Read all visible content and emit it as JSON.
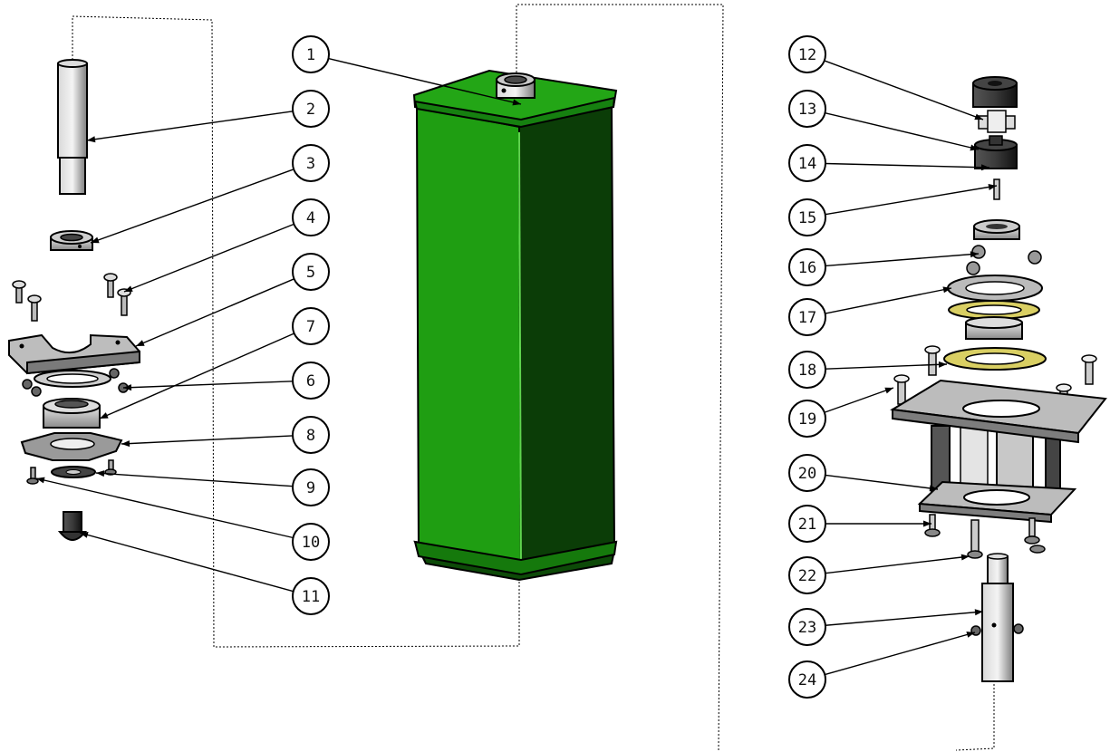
{
  "diagram": {
    "balloons": [
      {
        "id": 1,
        "label": "1"
      },
      {
        "id": 2,
        "label": "2"
      },
      {
        "id": 3,
        "label": "3"
      },
      {
        "id": 4,
        "label": "4"
      },
      {
        "id": 5,
        "label": "5"
      },
      {
        "id": 6,
        "label": "6"
      },
      {
        "id": 7,
        "label": "7"
      },
      {
        "id": 8,
        "label": "8"
      },
      {
        "id": 9,
        "label": "9"
      },
      {
        "id": 10,
        "label": "10"
      },
      {
        "id": 11,
        "label": "11"
      },
      {
        "id": 12,
        "label": "12"
      },
      {
        "id": 13,
        "label": "13"
      },
      {
        "id": 14,
        "label": "14"
      },
      {
        "id": 15,
        "label": "15"
      },
      {
        "id": 16,
        "label": "16"
      },
      {
        "id": 17,
        "label": "17"
      },
      {
        "id": 18,
        "label": "18"
      },
      {
        "id": 19,
        "label": "19"
      },
      {
        "id": 20,
        "label": "20"
      },
      {
        "id": 21,
        "label": "21"
      },
      {
        "id": 22,
        "label": "22"
      },
      {
        "id": 23,
        "label": "23"
      },
      {
        "id": 24,
        "label": "24"
      }
    ],
    "colors": {
      "body_front": "#1f9e12",
      "body_side": "#0b3d07",
      "body_top": "#23a616",
      "metal": "#b9b9b9",
      "metal_dark": "#6f6f6f",
      "dark_part": "#2b2b2b",
      "washer_yellow": "#d9cf63"
    }
  }
}
